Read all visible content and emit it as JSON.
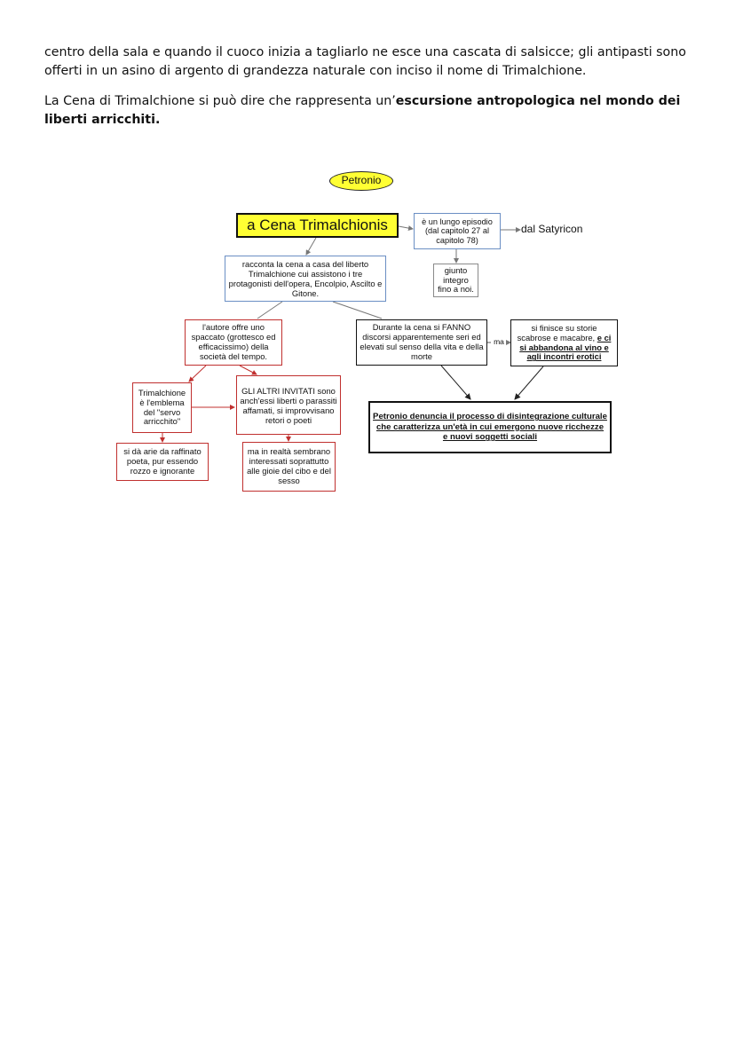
{
  "document": {
    "para1": "centro della sala e quando il cuoco inizia a tagliarlo ne esce una cascata di salsicce; gli antipasti sono offerti in un asino di argento di grandezza naturale con inciso il nome di Trimalchione.",
    "para2_prefix": "La Cena di Trimalchione si può dire che rappresenta un’",
    "para2_bold": "escursione antropologica nel mondo dei liberti arricchiti."
  },
  "diagram": {
    "petronio": "Petronio",
    "title": "a Cena Trimalchionis",
    "episodio": "è un lungo episodio (dal capitolo 27 al capitolo 78)",
    "satyricon": "dal Satyricon",
    "racconta": "racconta la cena a casa del liberto Trimalchione cui assistono i tre protagonisti dell'opera, Encolpio, Ascilto e Gitone.",
    "giunto": "giunto integro fino a noi.",
    "autore": "l'autore offre uno spaccato (grottesco ed efficacissimo) della società del tempo.",
    "durante": "Durante la cena si FANNO discorsi apparentemente seri ed elevati sul senso della vita e della morte",
    "ma_label": "ma",
    "storie_plain": "si finisce su storie scabrose e macabre,",
    "storie_underlined": "e ci si abbandona al vino e agli incontri erotici",
    "trimalchione": "Trimalchione è l'emblema del \"servo arricchito\"",
    "altri": "GLI ALTRI INVITATI sono anch'essi liberti o parassiti affamati, si improvvisano retori o poeti",
    "denuncia": "Petronio denuncia il processo di disintegrazione culturale che caratterizza un'età in cui emergono nuove ricchezze e nuovi soggetti sociali",
    "raffinato": "si dà arie da raffinato poeta, pur essendo rozzo e ignorante",
    "realta": "ma in realtà sembrano interessati soprattutto alle gioie del cibo e del sesso"
  },
  "colors": {
    "highlight": "#ffff33",
    "blue_border": "#6b8fc4",
    "red_border": "#c0302f",
    "black_border": "#111111"
  }
}
